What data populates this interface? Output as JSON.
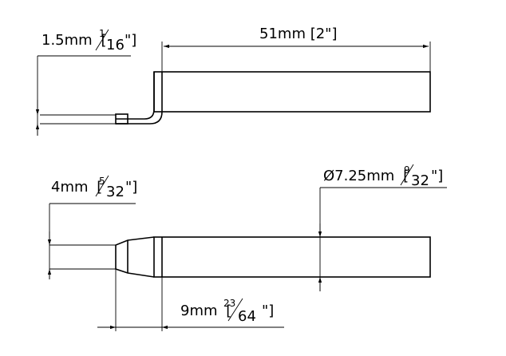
{
  "top_view": {
    "thickness": {
      "value": "1.5mm",
      "bracket_open": "[",
      "frac_num": "1",
      "frac_den": "16",
      "suffix": "\"]"
    },
    "length": {
      "label": "51mm [2\"]"
    }
  },
  "bottom_view": {
    "tip_width": {
      "value": "4mm",
      "bracket_open": "[",
      "frac_num": "5",
      "frac_den": "32",
      "suffix": "\"]"
    },
    "diameter": {
      "value": "Ø7.25mm",
      "bracket_open": "[",
      "frac_num": "9",
      "frac_den": "32",
      "suffix": "\"]"
    },
    "taper_length": {
      "value": "9mm",
      "bracket_open": "[",
      "frac_num": "23",
      "frac_den": "64",
      "suffix": "\"]"
    }
  }
}
